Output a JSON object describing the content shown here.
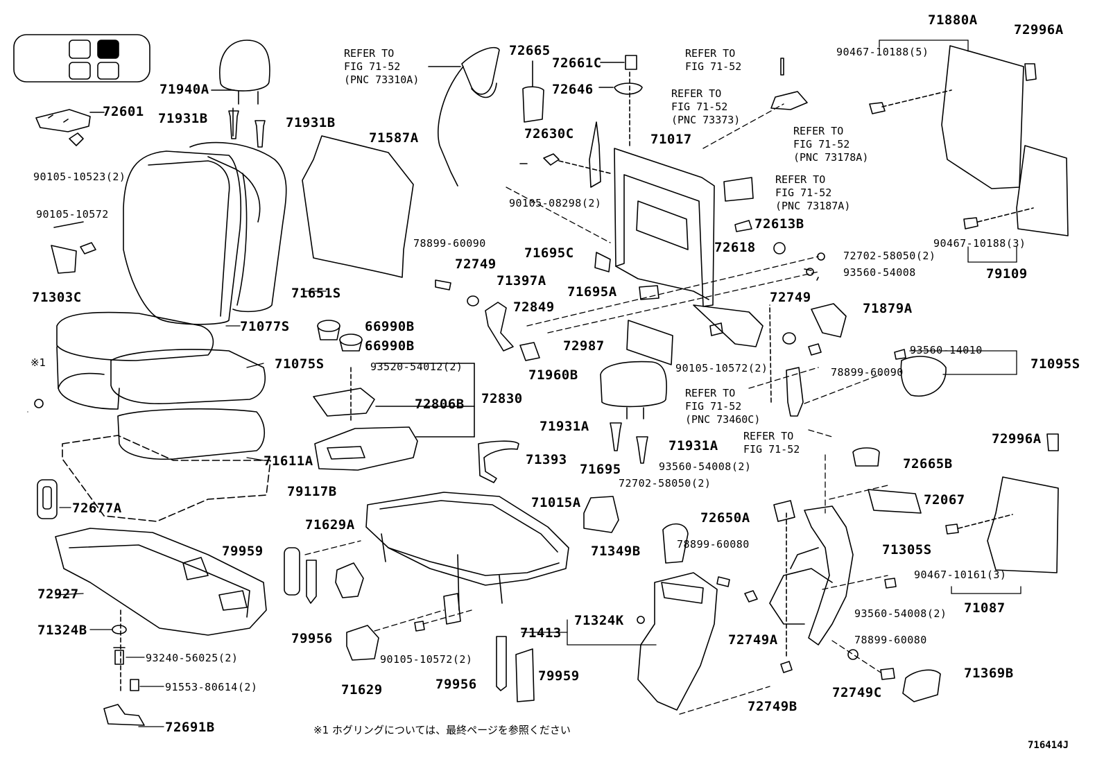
{
  "figure_code": "716414J",
  "footnote_marker": "※1",
  "footnote": "※1 ホグリングについては、最終ページを参照ください",
  "refs": {
    "r73310A": "REFER TO\nFIG 71-52\n(PNC 73310A)",
    "r73373": "REFER TO\nFIG 71-52\n(PNC 73373)",
    "r71_52": "REFER TO\nFIG 71-52",
    "r73178A": "REFER TO\nFIG 71-52\n(PNC 73178A)",
    "r73187A": "REFER TO\nFIG 71-52\n(PNC 73187A)",
    "r73460C": "REFER TO\nFIG 71-52\n(PNC 73460C)",
    "r71_52b": "REFER TO\nFIG 71-52"
  },
  "parts": {
    "p71940A": "71940A",
    "p72601": "72601",
    "p71931B_l": "71931B",
    "p71931B_r": "71931B",
    "p90105_10523": "90105-10523(2)",
    "p90105_10572": "90105-10572",
    "p71303C": "71303C",
    "p71651S": "71651S",
    "p71077S": "71077S",
    "p71075S": "71075S",
    "p71611A": "71611A",
    "p79117B": "79117B",
    "p72677A": "72677A",
    "p72927": "72927",
    "p71324B": "71324B",
    "p93240": "93240-56025(2)",
    "p91553": "91553-80614(2)",
    "p72691B": "72691B",
    "p71587A": "71587A",
    "p66990B_a": "66990B",
    "p66990B_b": "66990B",
    "p93520": "93520-54012(2)",
    "p72806B": "72806B",
    "p72830": "72830",
    "p78899_60090_a": "78899-60090",
    "p72749_a": "72749",
    "p71397A": "71397A",
    "p72849": "72849",
    "p72665": "72665",
    "p72661C": "72661C",
    "p72646": "72646",
    "p72630C": "72630C",
    "p71017": "71017",
    "p90105_08298": "90105-08298(2)",
    "p72613B": "72613B",
    "p72618": "72618",
    "p71695C": "71695C",
    "p71695A": "71695A",
    "p72702_a": "72702-58050(2)",
    "p93560_54008_a": "93560-54008",
    "p72749_b": "72749",
    "p71879A": "71879A",
    "p72987": "72987",
    "p90105_10572b": "90105-10572(2)",
    "p78899_60090_b": "78899-60090",
    "p71960B": "71960B",
    "p71931A_l": "71931A",
    "p71931A_r": "71931A",
    "p71393": "71393",
    "p71695": "71695",
    "p71015A": "71015A",
    "p93560_54008_b": "93560-54008(2)",
    "p72702_b": "72702-58050(2)",
    "p72650A": "72650A",
    "p71629A": "71629A",
    "p79959_a": "79959",
    "p79956_a": "79956",
    "p71349B": "71349B",
    "p78899_60080_a": "78899-60080",
    "p71324K": "71324K",
    "p71413": "71413",
    "p72749A": "72749A",
    "p90105_10572c": "90105-10572(2)",
    "p71629": "71629",
    "p79956_b": "79956",
    "p79959_b": "79959",
    "p72749B": "72749B",
    "p71880A": "71880A",
    "p72996A_a": "72996A",
    "p90467_10188_5": "90467-10188(5)",
    "p90467_10188_3": "90467-10188(3)",
    "p79109": "79109",
    "p93560_14010": "93560-14010",
    "p71095S": "71095S",
    "p72996A_b": "72996A",
    "p72665B": "72665B",
    "p72067": "72067",
    "p71305S": "71305S",
    "p90467_10161": "90467-10161(3)",
    "p71087": "71087",
    "p93560_54008_c": "93560-54008(2)",
    "p78899_60080_b": "78899-60080",
    "p72749C": "72749C",
    "p71369B": "71369B"
  }
}
